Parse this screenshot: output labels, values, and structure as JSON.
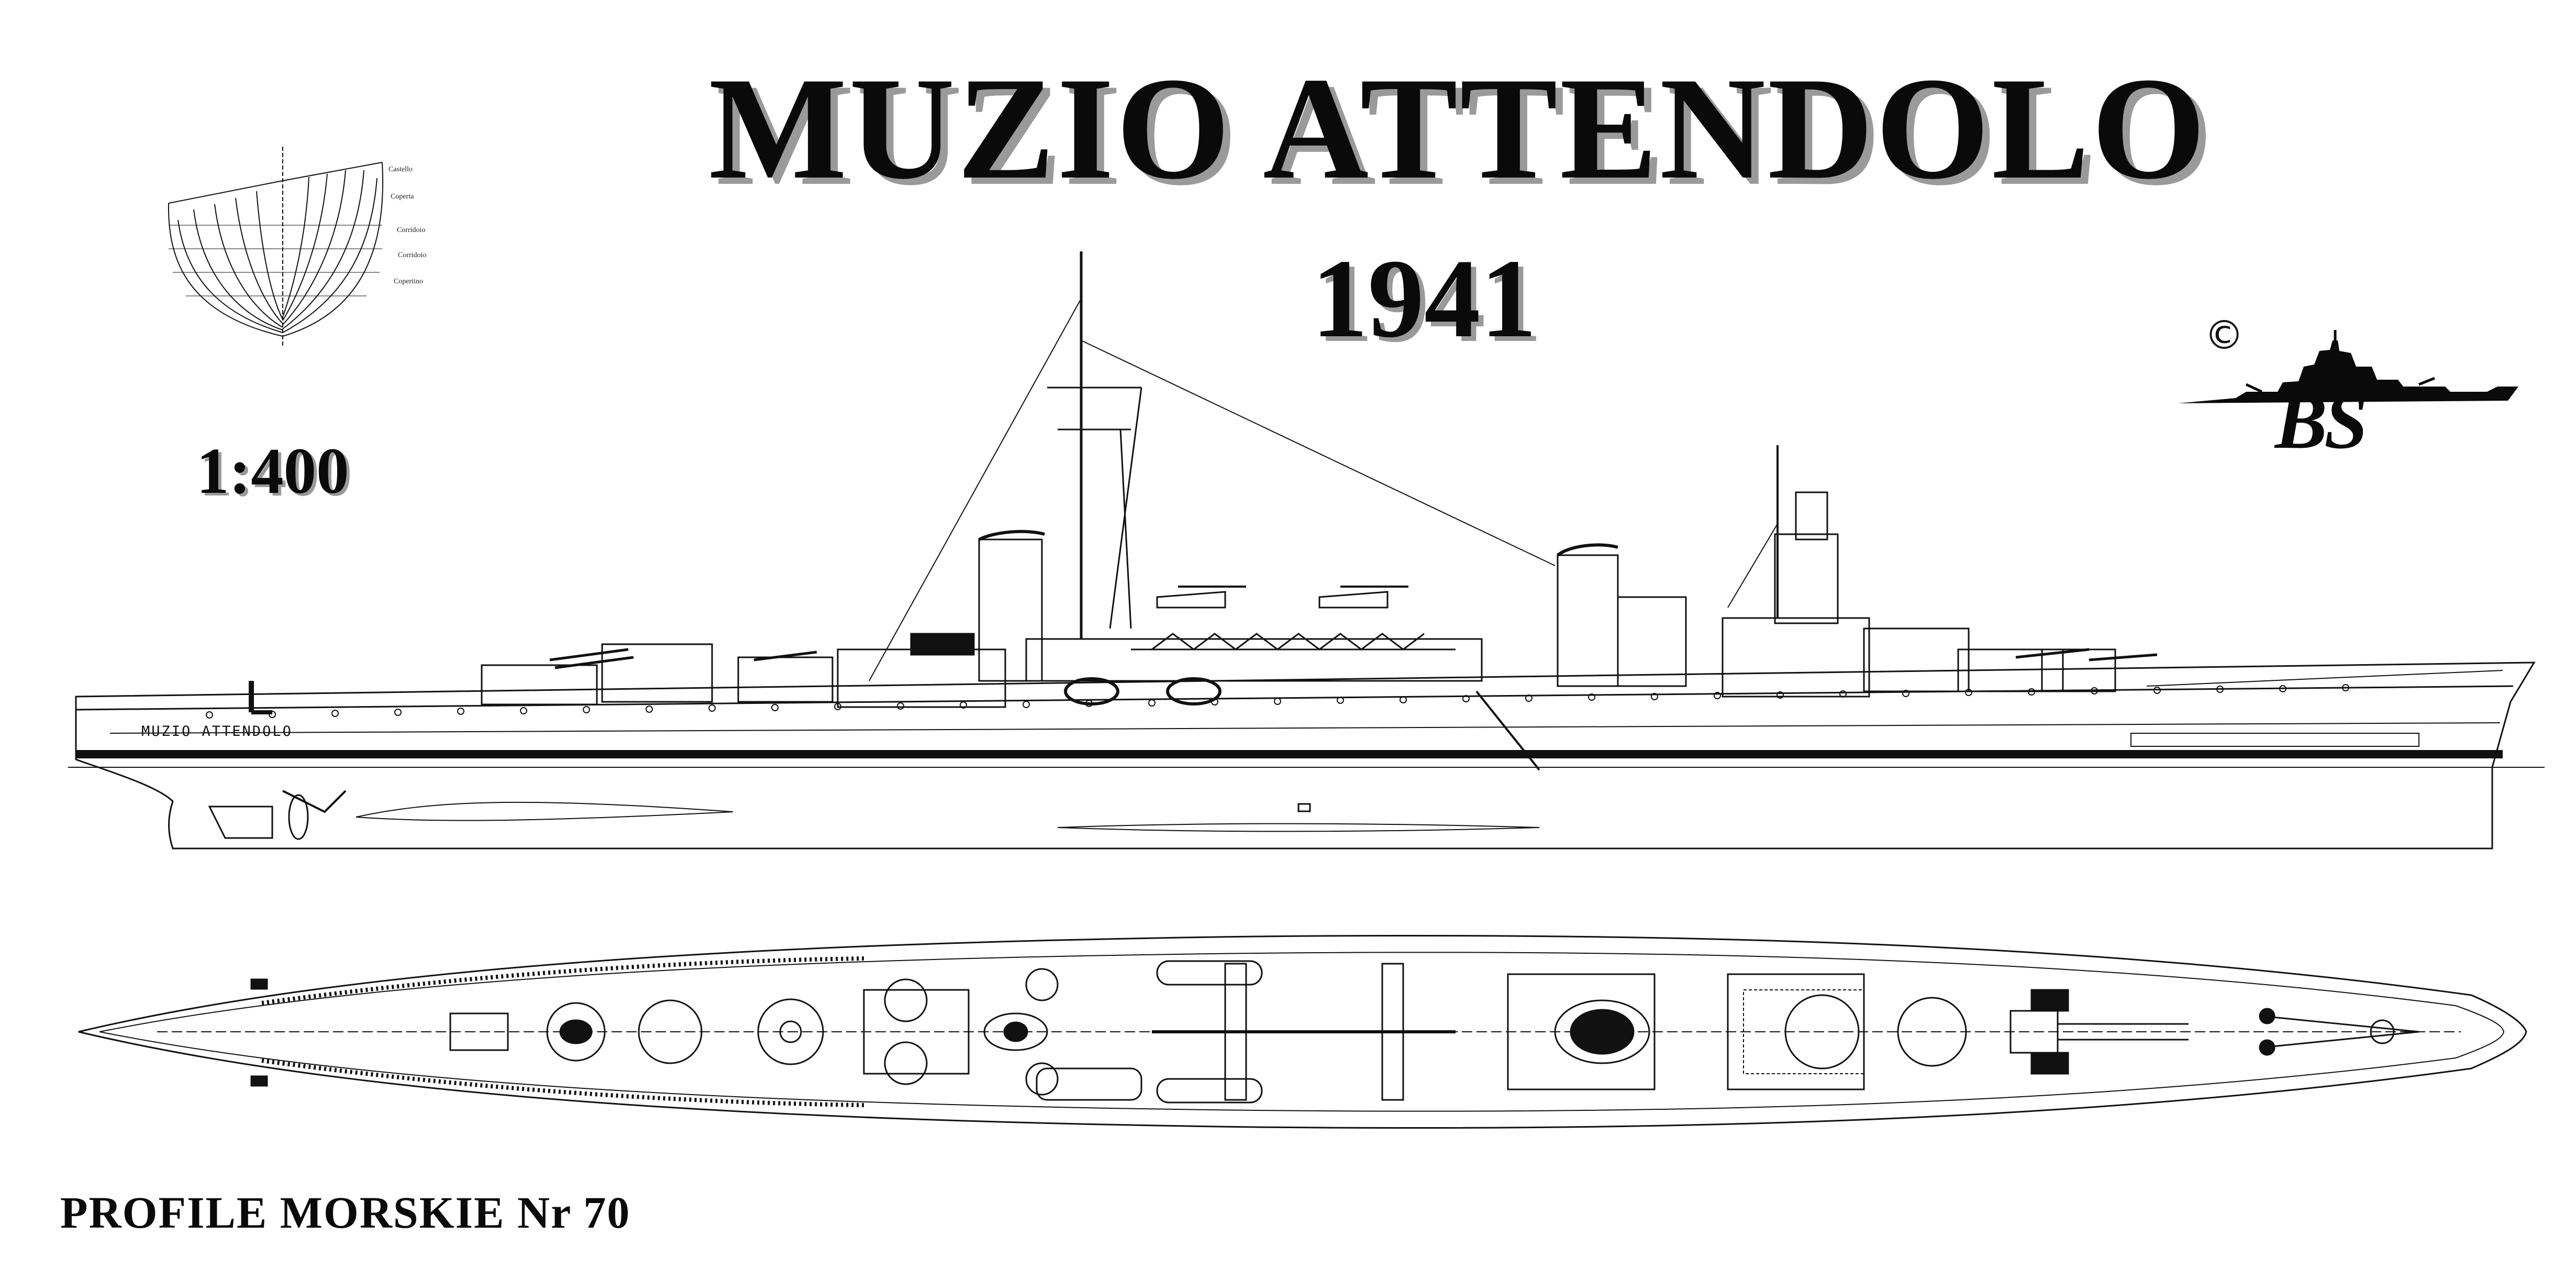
{
  "title": "MUZIO ATTENDOLO",
  "year": "1941",
  "scale": "1:400",
  "series": "PROFILE MORSKIE Nr 70",
  "hull_section_labels": [
    "Castello",
    "Coperta",
    "Corridoio",
    "Corridoio",
    "Copertino"
  ],
  "ship_name_on_hull": "MUZIO ATTENDOLO",
  "publisher_logo": {
    "text": "BS",
    "copyright_symbol": "©",
    "icon": "ship-silhouette-icon"
  },
  "colors": {
    "ink": "#111111",
    "shadow": "#9a9a9a",
    "paper": "#ffffff"
  }
}
